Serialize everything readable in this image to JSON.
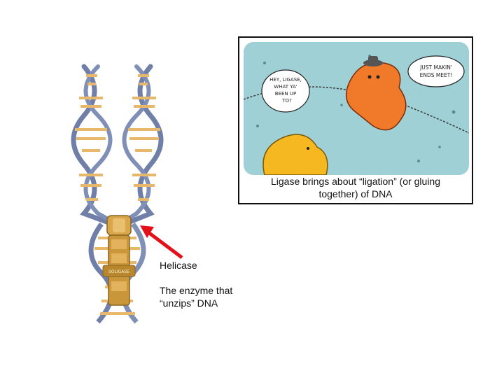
{
  "caption": {
    "line1": "Ligase brings about “ligation” (or gluing",
    "line2": "together) of DNA"
  },
  "speech": {
    "ligase": [
      "JUST MAKIN'",
      "ENDS MEET!"
    ],
    "other": [
      "HEY, LIGASE,",
      "WHAT YA'",
      "BEEN UP",
      "TO?"
    ]
  },
  "zipper_text": "SOLIGASE",
  "helicase": {
    "title": "Helicase",
    "desc_line1": "The enzyme that",
    "desc_line2": "“unzips” DNA"
  },
  "colors": {
    "strand": "#6f7fa8",
    "rung": "#e8b86a",
    "zipper": "#c9963a",
    "arrow": "#e3101a",
    "water": "#9fd0d6",
    "ligase": "#f07a2a",
    "blob": "#f5b820"
  }
}
